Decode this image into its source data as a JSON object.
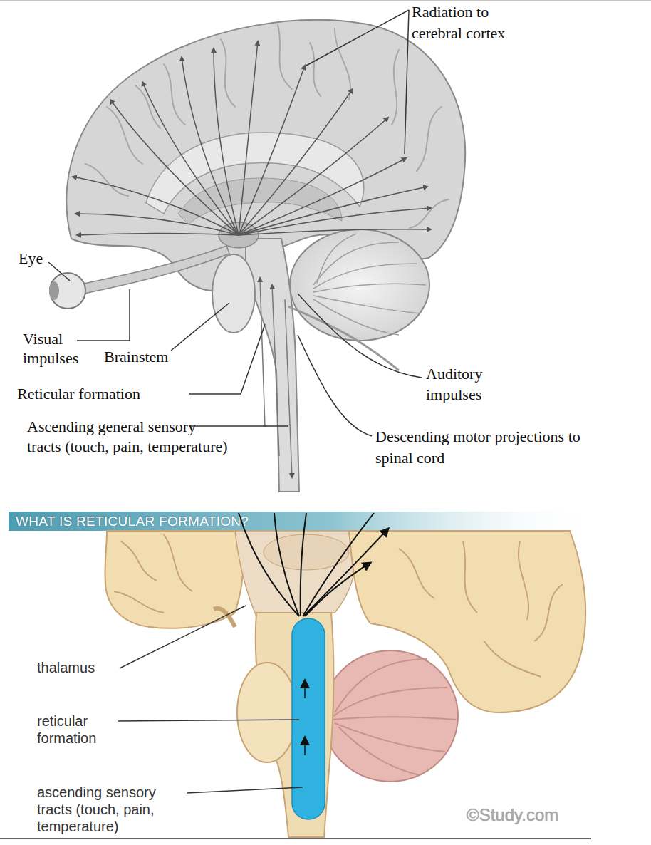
{
  "diagram": {
    "title": "WHAT IS RETICULAR FORMATION?",
    "labels": [
      "Radiation to cerebral cortex",
      "Eye",
      "Visual impulses",
      "Brainstem",
      "Reticular formation",
      "Ascending general sensory tracts (touch, pain, temperature)",
      "Auditory impulses",
      "Descending motor projections to spinal cord",
      "thalamus",
      "reticular formation",
      "ascending sensory tracts (touch, pain, temperature)",
      "©Study.com"
    ]
  }
}
